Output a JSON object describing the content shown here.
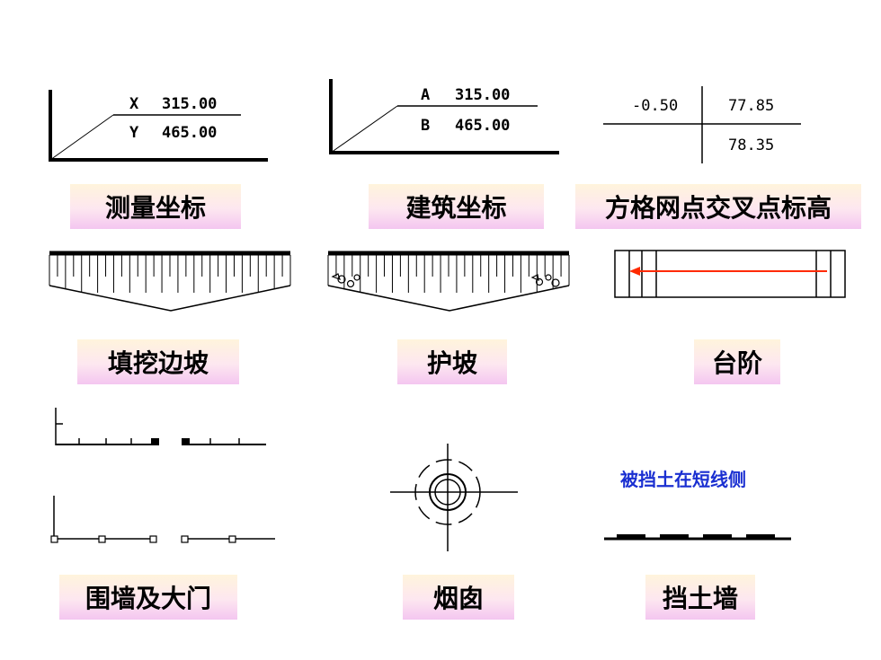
{
  "labels": {
    "survey_coord": "测量坐标",
    "building_coord": "建筑坐标",
    "grid_elevation": "方格网点交叉点标高",
    "fill_cut_slope": "填挖边坡",
    "revetment": "护坡",
    "steps": "台阶",
    "wall_gate": "围墙及大门",
    "chimney": "烟囱",
    "retaining_wall": "挡土墙"
  },
  "survey": {
    "x_letter": "X",
    "x_value": "315.00",
    "y_letter": "Y",
    "y_value": "465.00"
  },
  "building": {
    "a_letter": "A",
    "a_value": "315.00",
    "b_letter": "B",
    "b_value": "465.00"
  },
  "grid_point": {
    "offset": "-0.50",
    "design": "77.85",
    "natural": "78.35"
  },
  "retaining_note": "被挡土在短线侧",
  "colors": {
    "label_bg_top": "#fff4dc",
    "label_bg_bottom": "#f4c6f0",
    "arrow": "#ff2a00",
    "note_text": "#1a2fd1",
    "line": "#000000"
  }
}
